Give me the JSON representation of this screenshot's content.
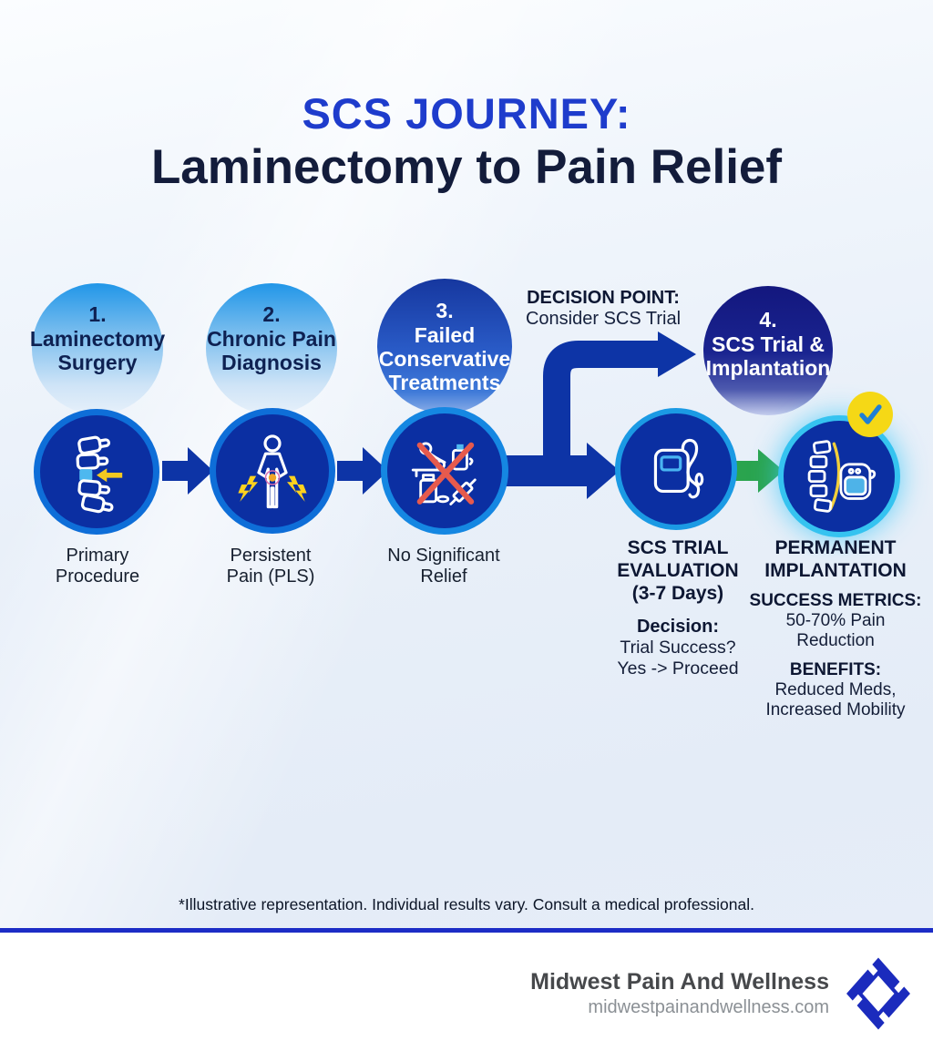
{
  "title": {
    "line1": "SCS JOURNEY:",
    "line2": "Laminectomy to Pain Relief"
  },
  "stages": [
    {
      "number": "1.",
      "label": "Laminectomy\nSurgery"
    },
    {
      "number": "2.",
      "label": "Chronic Pain\nDiagnosis"
    },
    {
      "number": "3.",
      "label": "Failed\nConservative\nTreatments"
    },
    {
      "number": "4.",
      "label": "SCS Trial &\nImplantation"
    }
  ],
  "decision_point": {
    "heading": "DECISION POINT:",
    "subtext": "Consider SCS Trial"
  },
  "captions": [
    {
      "text": "Primary\nProcedure"
    },
    {
      "text": "Persistent\nPain (PLS)"
    },
    {
      "text": "No Significant\nRelief"
    }
  ],
  "trial": {
    "heading": "SCS TRIAL\nEVALUATION\n(3-7 Days)",
    "decision_label": "Decision:",
    "decision_text": "Trial Success?\nYes -> Proceed"
  },
  "implantation": {
    "heading": "PERMANENT\nIMPLANTATION",
    "metrics_label": "SUCCESS METRICS:",
    "metrics_text": "50-70% Pain\nReduction",
    "benefits_label": "BENEFITS:",
    "benefits_text": "Reduced Meds,\nIncreased Mobility"
  },
  "disclaimer": "*Illustrative representation. Individual results vary. Consult a medical professional.",
  "footer": {
    "brand": "Midwest Pain And Wellness",
    "website": "midwestpainandwellness.com"
  },
  "icons": {
    "step1": "spine-icon",
    "step2": "pain-person-icon",
    "step3": "failed-treatments-icon",
    "step4": "ipg-device-icon",
    "step5": "implant-spine-icon",
    "badge": "checkmark-icon",
    "brand": "diamond-logo-icon"
  },
  "colors": {
    "title_blue": "#1e3ccc",
    "title_navy": "#131c3b",
    "arrow_blue": "#0d34a6",
    "green_arrow": "#2aa44e",
    "icon_circle_navy": "#0b2fa2",
    "ring_blue": "#0e6ed8",
    "ring_cyan": "#35c3f0",
    "badge_yellow": "#f5d816",
    "divider_blue": "#1c2cc6",
    "logo_blue": "#1b2bbd"
  }
}
